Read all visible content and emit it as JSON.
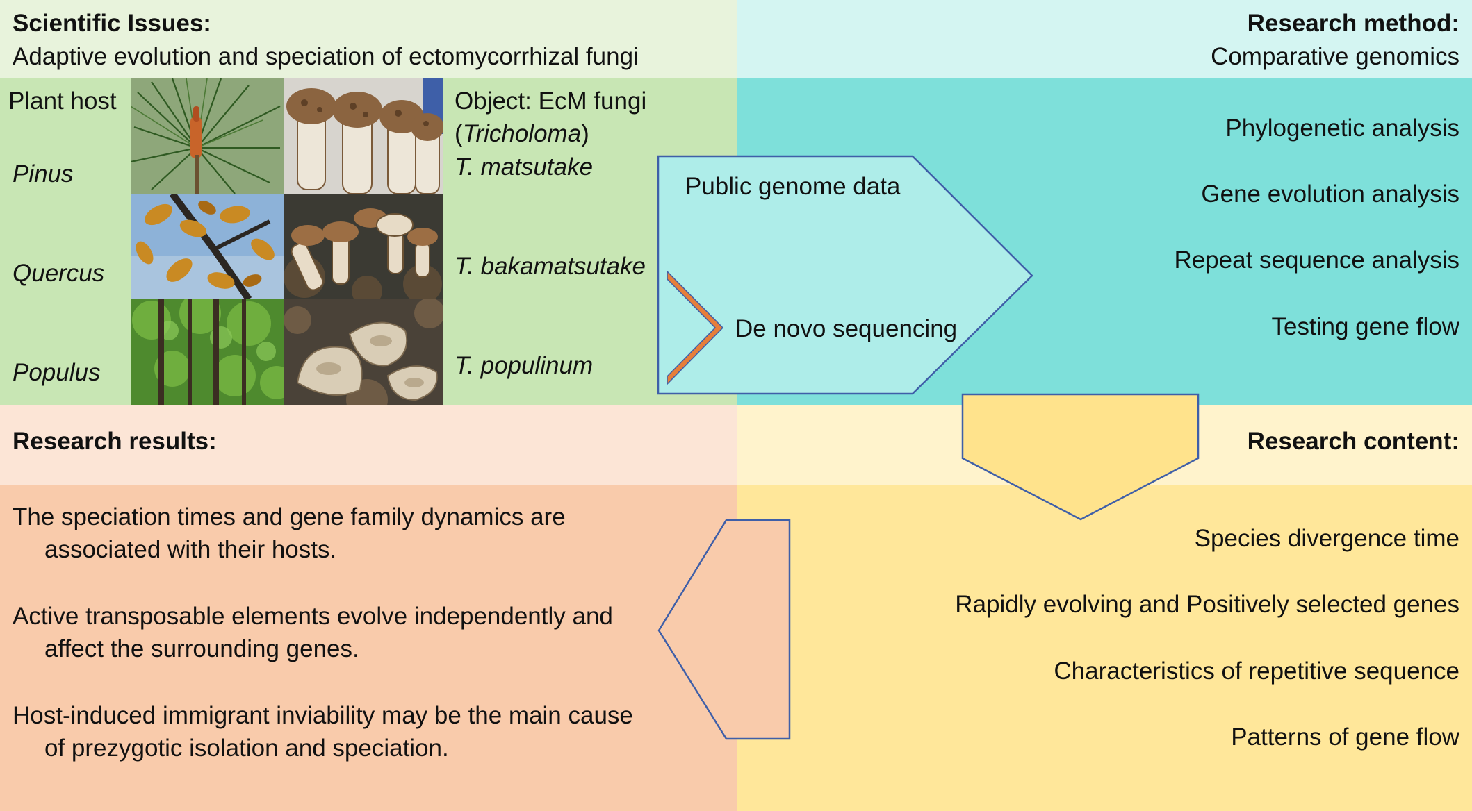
{
  "scientific_issues": {
    "heading": "Scientific Issues:",
    "text": "Adaptive evolution and speciation of ectomycorrhizal  fungi"
  },
  "research_method": {
    "heading": "Research method:",
    "text": "Comparative genomics",
    "items": [
      "Phylogenetic analysis",
      "Gene evolution analysis",
      "Repeat sequence analysis",
      "Testing gene flow"
    ]
  },
  "hosts": {
    "heading": "Plant host",
    "items": [
      "Pinus",
      "Quercus",
      "Populus"
    ]
  },
  "object": {
    "line1": "Object: EcM fungi",
    "genus_open": "(",
    "genus": "Tricholoma",
    "genus_close": ")",
    "species": [
      "T. matsutake",
      "T. bakamatsutake",
      "T. populinum"
    ]
  },
  "flow": {
    "public_data": "Public genome data",
    "de_novo": "De novo sequencing"
  },
  "research_results": {
    "heading": "Research results:",
    "items": [
      {
        "line1": "The speciation times and gene family dynamics are",
        "line2": "associated with their hosts."
      },
      {
        "line1": "Active transposable elements evolve independently and",
        "line2": "affect the surrounding genes."
      },
      {
        "line1": "Host-induced immigrant inviability may be the main cause",
        "line2": "of prezygotic isolation and speciation."
      }
    ]
  },
  "research_content": {
    "heading": "Research content:",
    "items": [
      "Species divergence time",
      "Rapidly evolving and Positively selected  genes",
      "Characteristics of repetitive sequence",
      "Patterns of gene flow"
    ]
  },
  "colors": {
    "arrow_stroke": "#3F5FA8",
    "chevron_fill": "#E67E3A",
    "teal_arrow_fill": "#AEEDE9",
    "yellow_arrow_fill": "#FFE38C",
    "peach_arrow_fill": "#F9CBAB"
  }
}
